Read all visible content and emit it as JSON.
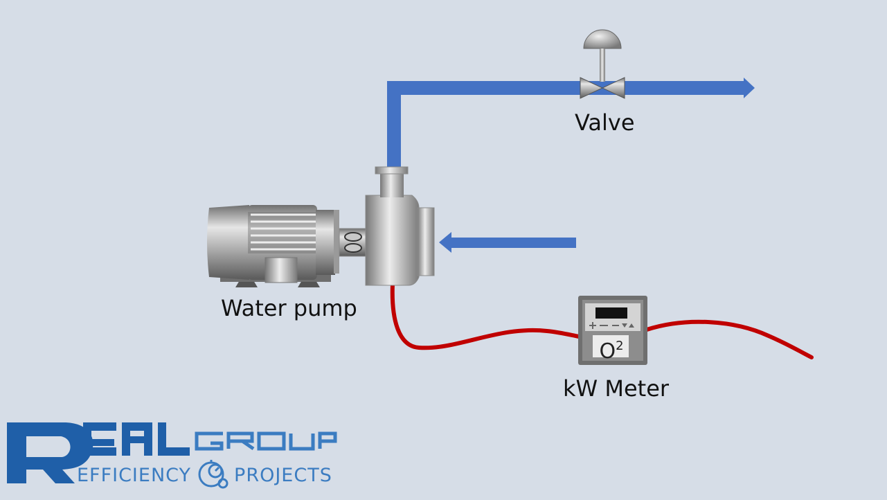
{
  "labels": {
    "valve": "Valve",
    "pump": "Water pump",
    "meter": "kW Meter"
  },
  "meter_display": {
    "base": "O",
    "sup": "2"
  },
  "logo": {
    "word1": "REAL",
    "word2": "GROUP",
    "left_text": "EFFICIENCY",
    "right_text": "PROJECTS"
  },
  "colors": {
    "background": "#d6dde7",
    "pipe": "#4472c4",
    "cable": "#c00000",
    "logo": "#1f5fa8"
  }
}
